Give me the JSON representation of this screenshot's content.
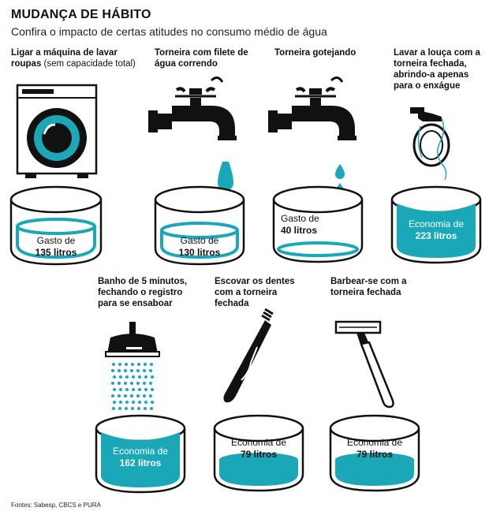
{
  "header": {
    "title": "MUDANÇA DE HÁBITO",
    "subtitle": "Confira o impacto de certas atitudes no consumo médio de água"
  },
  "items": [
    {
      "id": "washing-machine",
      "label_bold": "Ligar a máquina de lavar roupas",
      "label_rest": " (sem capacidade total)",
      "value_kind": "Gasto de",
      "value": "135 litros"
    },
    {
      "id": "trickle-tap",
      "label_bold": "Torneira com filete de água correndo",
      "label_rest": "",
      "value_kind": "Gasto de",
      "value": "130 litros"
    },
    {
      "id": "dripping-tap",
      "label_bold": "Torneira gotejando",
      "label_rest": "",
      "value_kind": "Gasto de",
      "value": "40 litros"
    },
    {
      "id": "dishes",
      "label_bold": "Lavar a louça com a torneira fechada, abrindo-a apenas para o enxágue",
      "label_rest": "",
      "value_kind": "Economia de",
      "value": "223 litros"
    },
    {
      "id": "shower",
      "label_bold": "Banho de 5 minutos, fechando o registro para se ensaboar",
      "label_rest": "",
      "value_kind": "Economia de",
      "value": "162 litros"
    },
    {
      "id": "toothbrush",
      "label_bold": "Escovar os dentes com a torneira fechada",
      "label_rest": "",
      "value_kind": "Economia de",
      "value": "79 litros"
    },
    {
      "id": "shaving",
      "label_bold": "Barbear-se com a torneira fechada",
      "label_rest": "",
      "value_kind": "Economia de",
      "value": "79 litros"
    }
  ],
  "source": "Fontes: Sabesp, CBCS e PURA",
  "colors": {
    "water": "#1aa8b8",
    "ink": "#111111",
    "light_water": "#ffffff"
  }
}
